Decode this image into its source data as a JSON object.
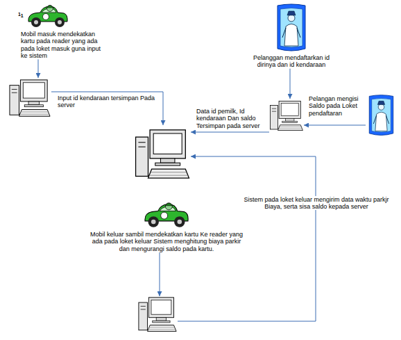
{
  "diagram": {
    "nodes": [
      {
        "text": [
          "Mobil masuk mendekatkan kartu pada reader yang ada pada loket masuk guna input ke sistem"
        ]
      },
      {
        "text": []
      },
      {
        "text": []
      },
      {
        "text": [
          "Pelanggan mendaftarkan id dirinya dan id kendaraan"
        ]
      },
      {
        "text": []
      },
      {
        "text": [
          "Pelangan mengisi Saldo pada Loket pendaftaran"
        ]
      },
      {
        "text": [
          "Mobil keluar sambil mendekatkan kartu Ke reader yang ada pada loket keluar Sistem menghitung biaya parkir dan mengurangi saldo pada kartu."
        ]
      },
      {
        "text": []
      }
    ],
    "edges": [
      {
        "from": 0,
        "to": 1,
        "arrow": "to"
      },
      {
        "from": 1,
        "to": 2,
        "label": "Input id kendaraan tersimpan Pada server",
        "arrow": "to"
      },
      {
        "from": 3,
        "to": 4,
        "arrow": "to"
      },
      {
        "from": 5,
        "to": 4,
        "arrow": "to"
      },
      {
        "from": 4,
        "to": 2,
        "label": "Data id pemilk, Id kendaraan Dan saldo Tersimpan pada server",
        "arrow": "to"
      },
      {
        "from": 6,
        "to": 7,
        "arrow": "to"
      },
      {
        "from": 7,
        "to": 2,
        "label": "Sistem pada loket keluar mengirim data waktu parkjr Biaya, serta sisa saldo kepada server",
        "arrow": "to"
      }
    ],
    "labels": [
      "1",
      "1"
    ]
  }
}
